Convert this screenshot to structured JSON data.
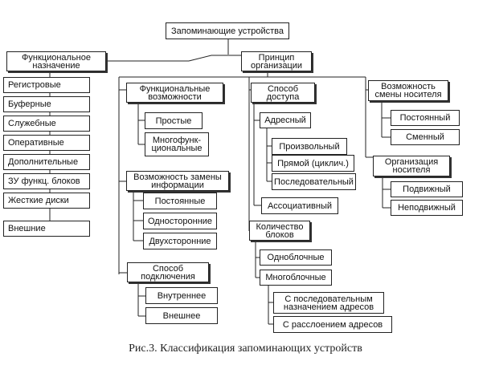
{
  "diagram": {
    "root": "Запоминающие устройства",
    "functional": {
      "title": "Функциональное назначение",
      "items": [
        "Регистровые",
        "Буферные",
        "Служебные",
        "Оперативные",
        "Дополнительные",
        "ЗУ функц. блоков",
        "Жесткие диски",
        "Внешние"
      ]
    },
    "principle": {
      "title": "Принцип организации"
    },
    "functional_capabilities": {
      "title": "Функциональные возможности",
      "items": [
        "Простые",
        "Многофунк-циональные"
      ]
    },
    "info_replacement": {
      "title": "Возможность замены информации",
      "items": [
        "Постоянные",
        "Односторонние",
        "Двухсторонние"
      ]
    },
    "connection": {
      "title": "Способ подключения",
      "items": [
        "Внутреннее",
        "Внешнее"
      ]
    },
    "access": {
      "title": "Способ доступа",
      "address": {
        "title": "Адресный",
        "items": [
          "Произвольный",
          "Прямой (циклич.)",
          "Последовательный"
        ]
      },
      "associative": "Ассоциативный"
    },
    "blocks": {
      "title": "Количество блоков",
      "items": [
        "Одноблочные",
        "Многоблочные"
      ],
      "multi_items": [
        "С последовательным назначением адресов",
        "С расслоением адресов"
      ]
    },
    "carrier_change": {
      "title": "Возможность смены носителя",
      "items": [
        "Постоянный",
        "Сменный"
      ]
    },
    "carrier_org": {
      "title": "Организация носителя",
      "items": [
        "Подвижный",
        "Неподвижный"
      ]
    },
    "caption": "Рис.3. Классификация запоминающих устройств"
  }
}
